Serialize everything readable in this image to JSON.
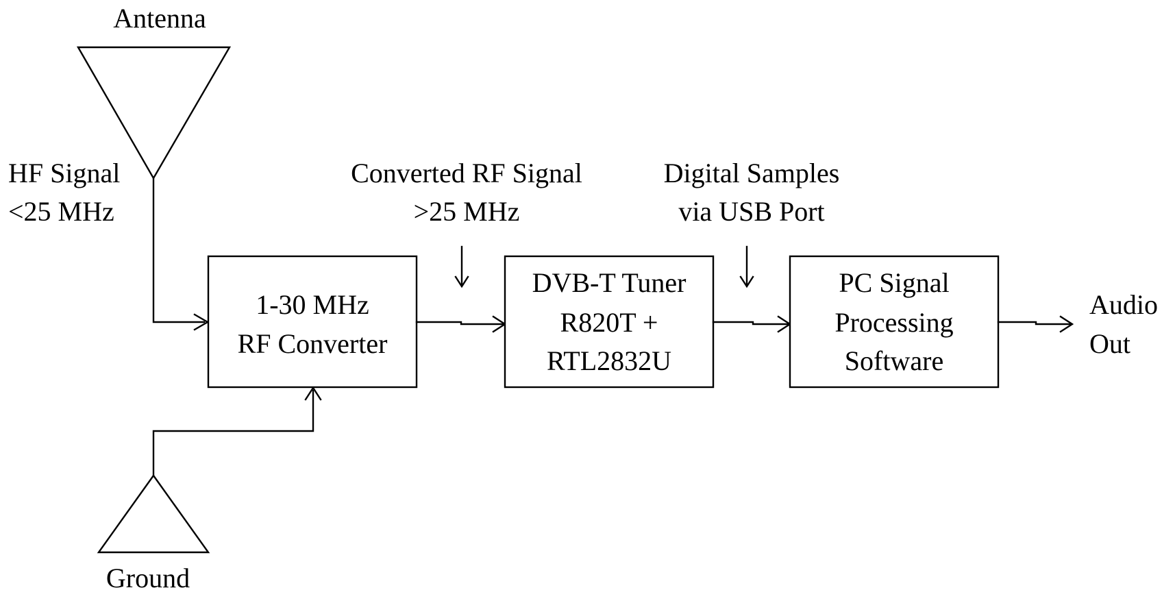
{
  "antenna": {
    "label": "Antenna"
  },
  "ground": {
    "label": "Ground"
  },
  "hf_signal": {
    "line1": "HF Signal",
    "line2": "<25 MHz"
  },
  "converted_signal": {
    "line1": "Converted RF Signal",
    "line2": ">25 MHz"
  },
  "digital_samples": {
    "line1": "Digital Samples",
    "line2": "via USB Port"
  },
  "blocks": {
    "rf_converter": {
      "line1": "1-30 MHz",
      "line2": "RF Converter"
    },
    "tuner": {
      "line1": "DVB-T Tuner",
      "line2": "R820T +",
      "line3": "RTL2832U"
    },
    "software": {
      "line1": "PC Signal",
      "line2": "Processing",
      "line3": "Software"
    }
  },
  "audio_out": {
    "line1": "Audio",
    "line2": "Out"
  }
}
